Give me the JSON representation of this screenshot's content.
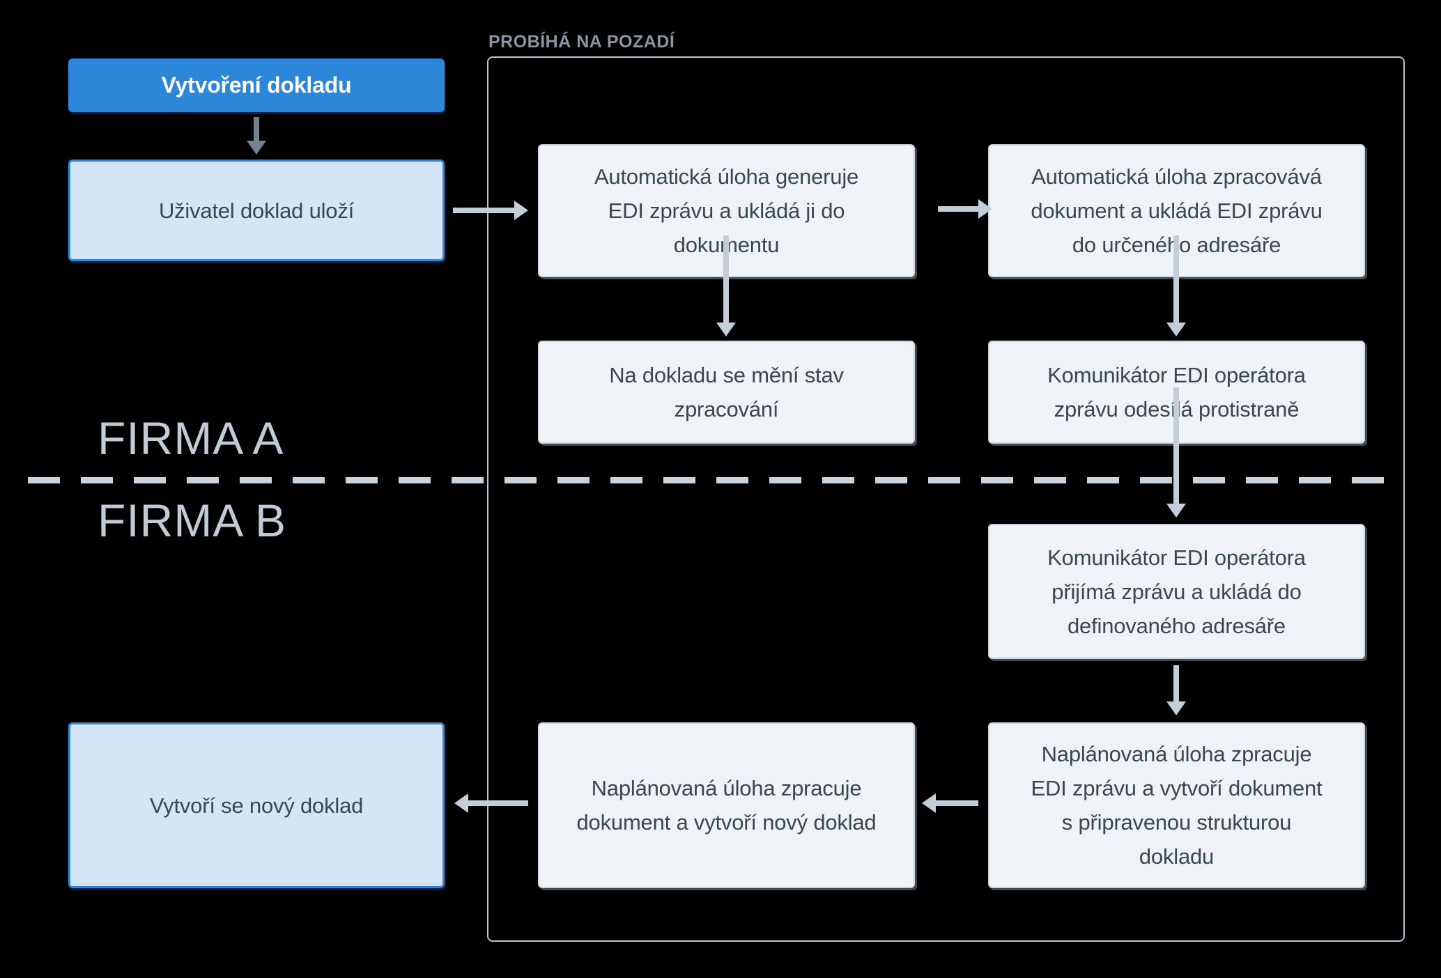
{
  "diagram": {
    "background_label": "PROBÍHÁ NA POZADÍ",
    "lanes": {
      "top": "FIRMA A",
      "bottom": "FIRMA B"
    },
    "nodes": {
      "start": [
        "Vytvoření dokladu"
      ],
      "user_saves": [
        "Uživatel doklad uloží"
      ],
      "auto_generate": [
        "Automatická úloha generuje",
        "EDI zprávu a ukládá ji do",
        "dokumentu"
      ],
      "auto_process": [
        "Automatická úloha zpracovává",
        "dokument a ukládá EDI zprávu",
        "do určeného adresáře"
      ],
      "status_change": [
        "Na dokladu se mění stav",
        "zpracování"
      ],
      "comm_send": [
        "Komunikátor EDI operátora",
        "zprávu odesílá protistraně"
      ],
      "comm_receive": [
        "Komunikátor EDI operátora",
        "přijímá zprávu a ukládá do",
        "definovaného adresáře"
      ],
      "task_create_doc": [
        "Naplánovaná úloha zpracuje",
        "EDI zprávu a vytvoří dokument",
        "s připravenou strukturou",
        "dokladu"
      ],
      "task_new_record": [
        "Naplánovaná úloha zpracuje",
        "dokument a vytvoří nový doklad"
      ],
      "new_record": [
        "Vytvoří se nový doklad"
      ]
    },
    "colors": {
      "background": "#000000",
      "accent_blue": "#2d87d8",
      "light_blue_fill": "#d5e5f7",
      "node_fill": "#eff2f6",
      "node_border": "#c9d4de",
      "arrow_light": "#c3ced8",
      "arrow_dark": "#76828f",
      "lane_label": "#c2ccd6",
      "divider": "#c9d3dd",
      "frame_border": "#b9c5cf",
      "frame_label": "#8a95a2",
      "text_dark": "#3a4750"
    }
  }
}
